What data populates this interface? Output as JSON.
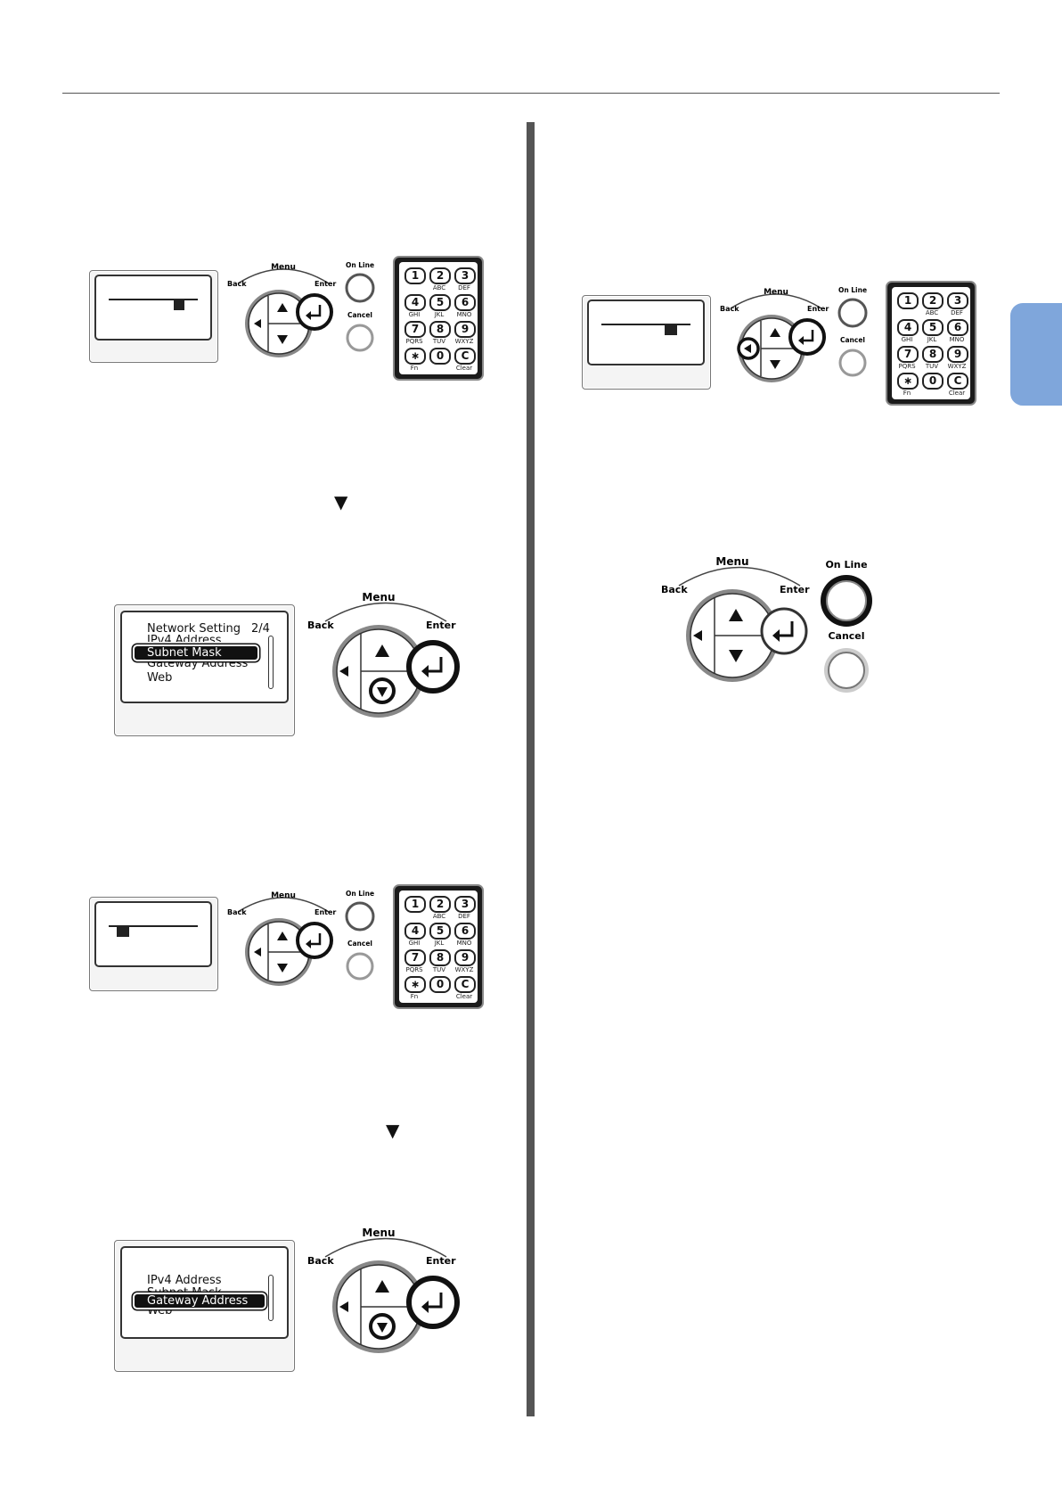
{
  "panel": {
    "menu_label": "Menu",
    "back_label": "Back",
    "enter_label": "Enter",
    "online_label": "On Line",
    "cancel_label": "Cancel"
  },
  "keypad": {
    "keys": [
      {
        "num": "1",
        "sub": ""
      },
      {
        "num": "2",
        "sub": "ABC"
      },
      {
        "num": "3",
        "sub": "DEF"
      },
      {
        "num": "4",
        "sub": "GHI"
      },
      {
        "num": "5",
        "sub": "JKL"
      },
      {
        "num": "6",
        "sub": "MNO"
      },
      {
        "num": "7",
        "sub": "PQRS"
      },
      {
        "num": "8",
        "sub": "TUV"
      },
      {
        "num": "9",
        "sub": "WXYZ"
      },
      {
        "num": "∗",
        "sub": "Fn"
      },
      {
        "num": "0",
        "sub": ""
      },
      {
        "num": "C",
        "sub": "Clear"
      }
    ]
  },
  "screens": {
    "network_menu": {
      "title": "Network Setting",
      "page": "2/4",
      "items": [
        "IPv4 Address",
        "Subnet Mask",
        "Gateway Address",
        "Web"
      ]
    },
    "network_menu_2": {
      "items": [
        "IPv4 Address",
        "Subnet Mask",
        "Gateway Address",
        "Web"
      ]
    }
  },
  "icons": {
    "down_arrow": "▼"
  }
}
